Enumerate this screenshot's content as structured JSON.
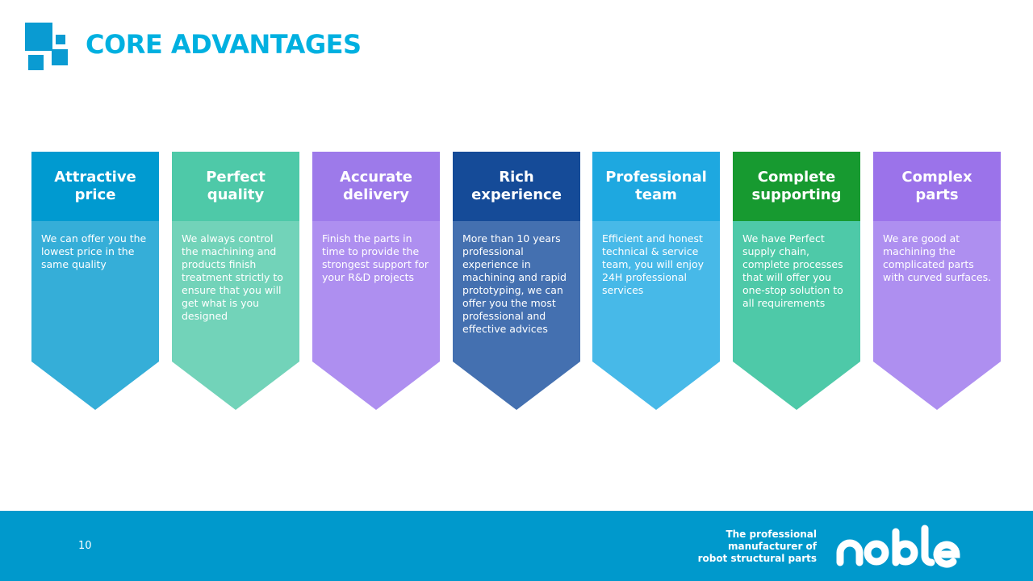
{
  "header": {
    "title": "CORE ADVANTAGES"
  },
  "cards": [
    {
      "title": "Attractive price",
      "text": "We can offer you the lowest price in the same quality",
      "head_color": "#009ad0",
      "body_color": "#35aed8"
    },
    {
      "title": "Perfect quality",
      "text": "We always control the machining and products finish treatment strictly to ensure that you will get what is you designed",
      "head_color": "#4ec9a8",
      "body_color": "#72d3b9"
    },
    {
      "title": "Accurate delivery",
      "text": "Finish the parts in time to provide the strongest support for your R&D projects",
      "head_color": "#9d7aea",
      "body_color": "#ae8ff0"
    },
    {
      "title": "Rich experience",
      "text": "More than 10 years professional experience in machining and rapid prototyping, we can offer you the most professional and effective advices",
      "head_color": "#154b98",
      "body_color": "#4470b0"
    },
    {
      "title": "Professional team",
      "text": "Efficient and honest technical & service team, you will enjoy 24H professional services",
      "head_color": "#1ea8e0",
      "body_color": "#47b9e8"
    },
    {
      "title": "Complete supporting",
      "text": "We have Perfect supply chain, complete processes that will offer you one-stop solution to all requirements",
      "head_color": "#179a30",
      "body_color": "#4ec9a8"
    },
    {
      "title": "Complex parts",
      "text": "We are good at machining the complicated parts with curved surfaces.",
      "head_color": "#9b73ea",
      "body_color": "#ae8ff0"
    }
  ],
  "footer": {
    "page_number": "10",
    "tagline": [
      "The professional",
      "manufacturer of",
      "robot structural parts"
    ],
    "brand": "noble"
  }
}
